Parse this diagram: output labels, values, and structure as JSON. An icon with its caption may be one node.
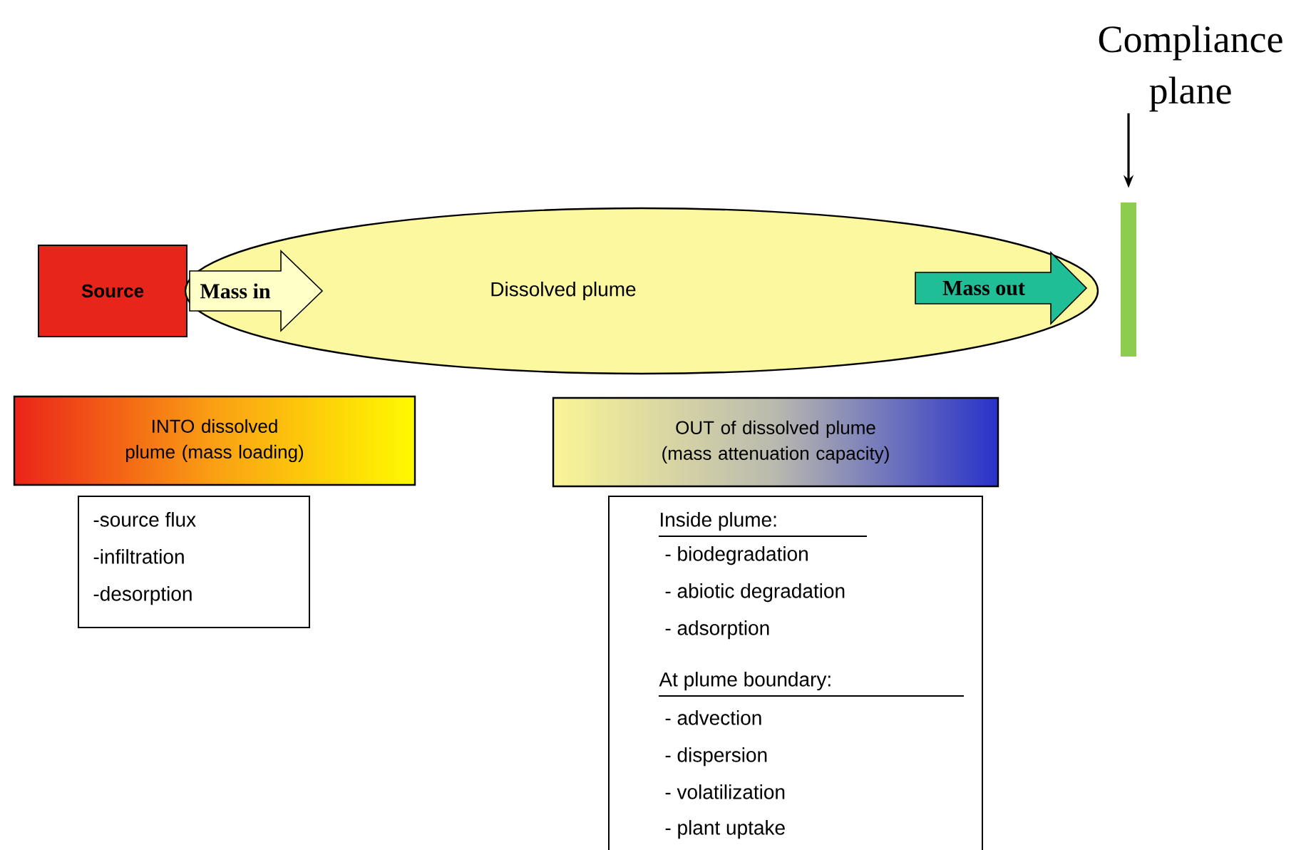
{
  "diagram": {
    "nodes": [
      {
        "text": [
          "Source"
        ]
      },
      {
        "text": [
          "Dissolved plume"
        ]
      },
      {
        "text": [
          "Mass in"
        ],
        "in": 1
      },
      {
        "text": [
          "Mass out"
        ],
        "in": 1
      },
      {
        "text": [
          "Compliance plane"
        ]
      },
      {
        "text": [],
        "shape": "bar"
      },
      {
        "text": [
          "INTO dissolved plume (mass loading)"
        ]
      },
      {
        "text": [
          "-source flux",
          "-infiltration",
          "-desorption"
        ]
      },
      {
        "text": [
          "OUT of dissolved plume (mass attenuation capacity)"
        ]
      },
      {
        "text": [
          "Inside plume:",
          "- biodegradation",
          "- abiotic degradation",
          "- adsorption",
          "At plume boundary:",
          "- advection",
          "- dispersion",
          "- volatilization",
          "- plant uptake"
        ]
      }
    ],
    "edges": [
      {
        "from": 4,
        "to": 5,
        "arrow": "to"
      }
    ]
  }
}
